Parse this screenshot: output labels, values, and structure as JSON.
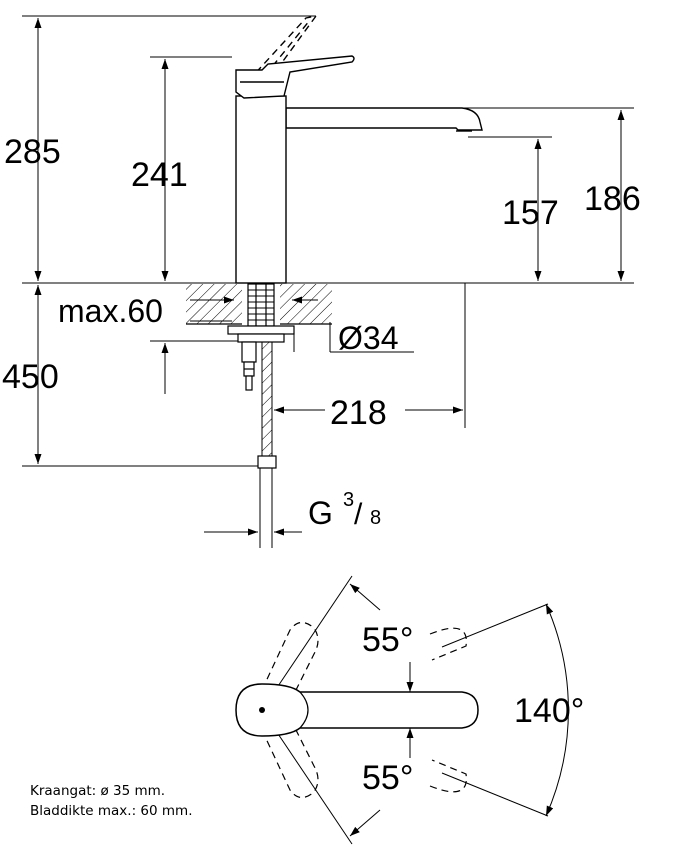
{
  "dimensions": {
    "total_height": "285",
    "lever_height": "241",
    "spout_clearance": "157",
    "spout_height": "186",
    "max_counter": "max.60",
    "hole_diameter": "Ø34",
    "hose_length": "450",
    "spout_reach": "218",
    "thread_main": "G",
    "thread_num": "3",
    "thread_sep": "/",
    "thread_den": "8"
  },
  "angles": {
    "upper": "55°",
    "lower": "55°",
    "total": "140°"
  },
  "notes": {
    "hole": "Kraangat: ø 35 mm.",
    "thickness": "Bladdikte max.: 60 mm."
  }
}
